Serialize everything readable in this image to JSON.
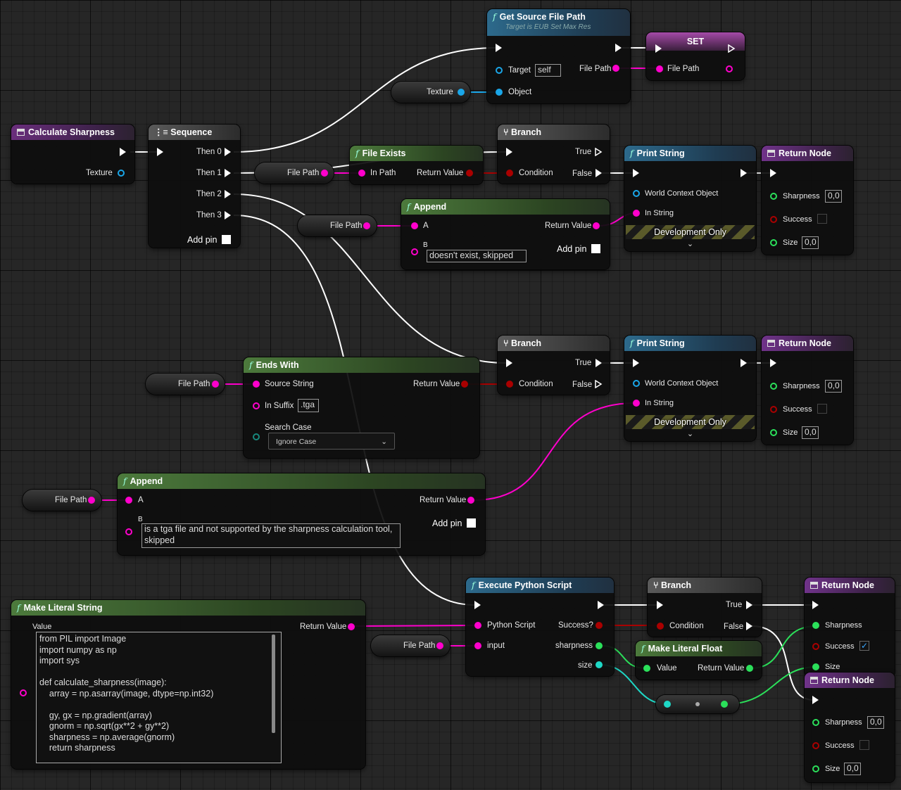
{
  "nodes": {
    "get_source_file_path": {
      "title": "Get Source File Path",
      "subtitle": "Target is EUB Set Max Res",
      "target_label": "Target",
      "target_value": "self",
      "filepath_label": "File Path",
      "object_label": "Object"
    },
    "set": {
      "title": "SET",
      "filepath_label": "File Path"
    },
    "texture_var": {
      "label": "Texture"
    },
    "calculate_sharpness": {
      "title": "Calculate Sharpness",
      "texture_label": "Texture"
    },
    "sequence": {
      "title": "Sequence",
      "then0": "Then 0",
      "then1": "Then 1",
      "then2": "Then 2",
      "then3": "Then 3",
      "add_pin": "Add pin"
    },
    "file_exists": {
      "title": "File Exists",
      "in_path": "In Path",
      "return_value": "Return Value"
    },
    "filepath_var_1": {
      "label": "File Path"
    },
    "branch_1": {
      "title": "Branch",
      "condition": "Condition",
      "true_label": "True",
      "false_label": "False"
    },
    "print_string_1": {
      "title": "Print String",
      "world_context": "World Context Object",
      "in_string": "In String",
      "dev_only": "Development Only"
    },
    "return_node_1": {
      "title": "Return Node",
      "sharpness": "Sharpness",
      "sharpness_value": "0,0",
      "success": "Success",
      "size": "Size",
      "size_value": "0,0"
    },
    "append_1": {
      "title": "Append",
      "a": "A",
      "b": "B",
      "b_value": "doesn't exist, skipped",
      "return_value": "Return Value",
      "add_pin": "Add pin"
    },
    "filepath_var_2": {
      "label": "File Path"
    },
    "branch_2": {
      "title": "Branch",
      "condition": "Condition",
      "true_label": "True",
      "false_label": "False"
    },
    "print_string_2": {
      "title": "Print String",
      "world_context": "World Context Object",
      "in_string": "In String",
      "dev_only": "Development Only"
    },
    "return_node_2": {
      "title": "Return Node",
      "sharpness": "Sharpness",
      "sharpness_value": "0,0",
      "success": "Success",
      "size": "Size",
      "size_value": "0,0"
    },
    "ends_with": {
      "title": "Ends With",
      "source_string": "Source String",
      "in_suffix": "In Suffix",
      "suffix_value": ".tga",
      "search_case": "Search Case",
      "search_case_value": "Ignore Case",
      "return_value": "Return Value"
    },
    "filepath_var_3": {
      "label": "File Path"
    },
    "append_2": {
      "title": "Append",
      "a": "A",
      "b": "B",
      "b_value": "is a tga file and not supported by the sharpness calculation tool, skipped",
      "return_value": "Return Value",
      "add_pin": "Add pin"
    },
    "filepath_var_4": {
      "label": "File Path"
    },
    "make_literal_string": {
      "title": "Make Literal String",
      "value_label": "Value",
      "return_value": "Return Value",
      "code": "from PIL import Image\nimport numpy as np\nimport sys\n\ndef calculate_sharpness(image):\n    array = np.asarray(image, dtype=np.int32)\n\n    gy, gx = np.gradient(array)\n    gnorm = np.sqrt(gx**2 + gy**2)\n    sharpness = np.average(gnorm)\n    return sharpness"
    },
    "filepath_var_5": {
      "label": "File Path"
    },
    "execute_python": {
      "title": "Execute Python Script",
      "python_script": "Python Script",
      "input": "input",
      "success": "Success?",
      "sharpness": "sharpness",
      "size": "size"
    },
    "branch_3": {
      "title": "Branch",
      "condition": "Condition",
      "true_label": "True",
      "false_label": "False"
    },
    "make_literal_float": {
      "title": "Make Literal Float",
      "value": "Value",
      "return_value": "Return Value"
    },
    "return_node_3": {
      "title": "Return Node",
      "sharpness": "Sharpness",
      "success": "Success",
      "size": "Size"
    },
    "return_node_4": {
      "title": "Return Node",
      "sharpness": "Sharpness",
      "sharpness_value": "0,0",
      "success": "Success",
      "size": "Size",
      "size_value": "0,0"
    }
  },
  "colors": {
    "exec": "#ffffff",
    "string": "#ff00cc",
    "bool": "#aa0000",
    "object": "#1aa6e8",
    "vector": "#2be05a",
    "float_cyan": "#1ed8c6"
  }
}
